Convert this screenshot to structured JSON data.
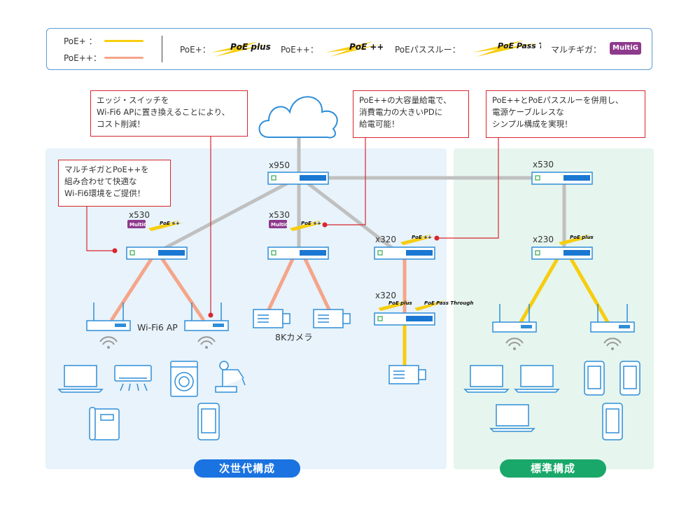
{
  "legend": {
    "line_poe_plus_label": "PoE+ ：",
    "line_poe_plusplus_label": "PoE++：",
    "poe_plus_label": "PoE+：",
    "poe_plusplus_label": "PoE++：",
    "poe_passthrough_label": "PoEパススルー：",
    "multigiga_label": "マルチギガ：",
    "logo_poe_plus": "PoE plus",
    "logo_poe_plusplus": "PoE ++",
    "logo_poe_passthrough": "PoE Pass Through",
    "logo_multig": "MultiG"
  },
  "callouts": [
    {
      "lines": [
        "エッジ・スイッチを",
        "Wi-Fi6 APに置き換えることにより、",
        "コスト削減！"
      ]
    },
    {
      "lines": [
        "PoE++の大容量給電で、",
        "消費電力の大きいPDに",
        "給電可能！"
      ]
    },
    {
      "lines": [
        "PoE++とPoEパススルーを併用し、",
        "電源ケーブルレスな",
        "シンプル構成を実現！"
      ]
    },
    {
      "lines": [
        "マルチギガとPoE++を",
        "組み合わせて快適な",
        "Wi-Fi6環境をご提供！"
      ]
    }
  ],
  "switches": {
    "x950": "x950",
    "x530_core": "x530",
    "x530_left": "x530",
    "x530_mid": "x530",
    "x320_a": "x320",
    "x320_b": "x320",
    "x230": "x230"
  },
  "labels": {
    "wifi6_ap": "Wi-Fi6 AP",
    "camera_8k": "8Kカメラ"
  },
  "sections": {
    "next_gen": "次世代構成",
    "standard": "標準構成"
  },
  "colors": {
    "poe_plus": "#f7cd0e",
    "poe_plusplus": "#f5a58a",
    "backbone": "#c0c0c0",
    "callout_red": "#d8262e",
    "switch_blue": "#1a78d2",
    "next_gen_bg": "#e8f3fb",
    "standard_bg": "#e6f5ee",
    "next_gen_pill": "#1a73e0",
    "standard_pill": "#1aa86a",
    "multig_purple": "#8e3a8c",
    "icon_blue": "#2f8ed8"
  }
}
